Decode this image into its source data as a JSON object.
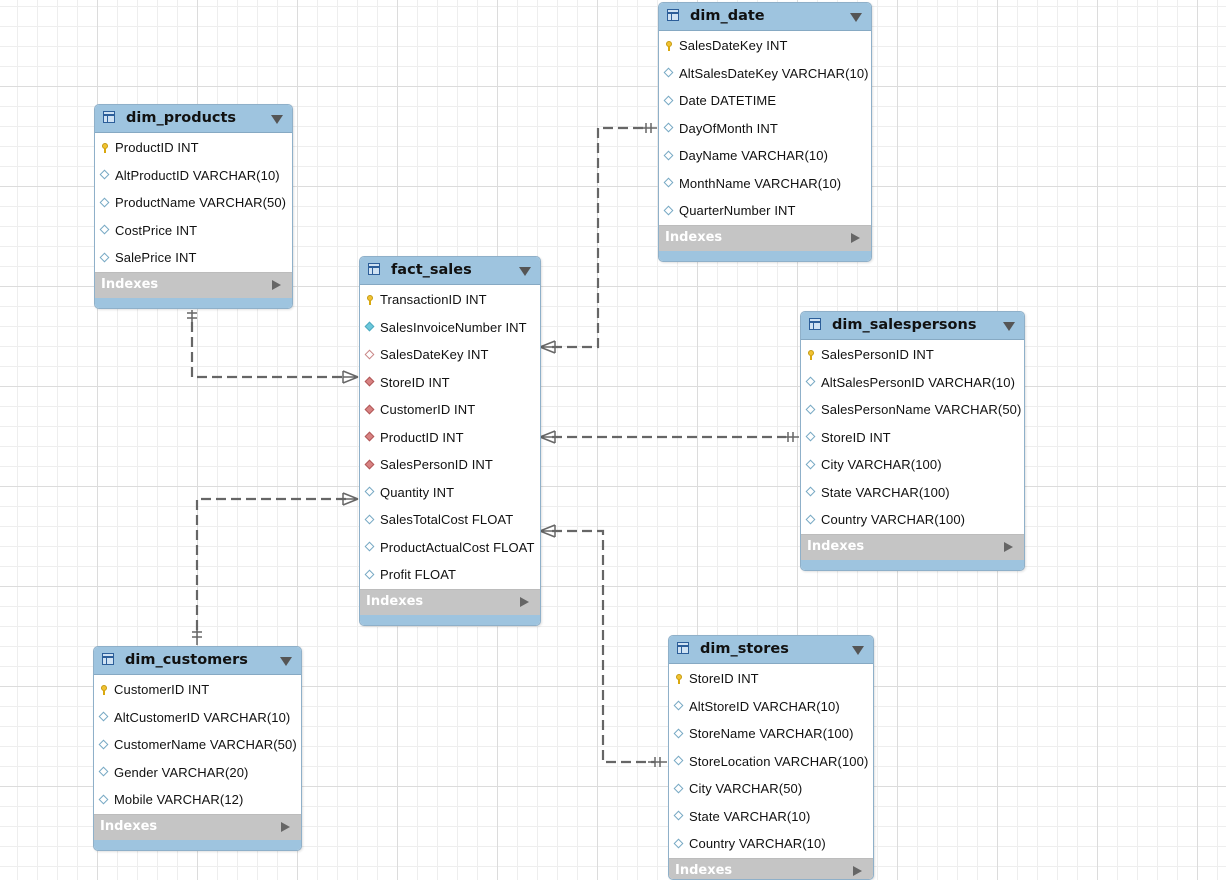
{
  "indexes_label": "Indexes",
  "colors": {
    "header": "#9ec4df",
    "indexes_bar": "#c5c5c5",
    "connector": "#666666",
    "primary_key": "#f1c232",
    "foreign_key_not_null": "#d88282",
    "unique": "#6cc8dc"
  },
  "tables": {
    "dim_products": {
      "name": "dim_products",
      "columns": [
        {
          "text": "ProductID INT",
          "icon": "primary-key-icon"
        },
        {
          "text": "AltProductID VARCHAR(10)",
          "icon": "column-icon"
        },
        {
          "text": "ProductName VARCHAR(50)",
          "icon": "column-icon"
        },
        {
          "text": "CostPrice INT",
          "icon": "column-icon"
        },
        {
          "text": "SalePrice INT",
          "icon": "column-icon"
        }
      ]
    },
    "fact_sales": {
      "name": "fact_sales",
      "columns": [
        {
          "text": "TransactionID INT",
          "icon": "primary-key-icon"
        },
        {
          "text": "SalesInvoiceNumber INT",
          "icon": "unique-column-icon"
        },
        {
          "text": "SalesDateKey INT",
          "icon": "foreign-key-icon"
        },
        {
          "text": "StoreID INT",
          "icon": "foreign-key-not-null-icon"
        },
        {
          "text": "CustomerID INT",
          "icon": "foreign-key-not-null-icon"
        },
        {
          "text": "ProductID INT",
          "icon": "foreign-key-not-null-icon"
        },
        {
          "text": "SalesPersonID INT",
          "icon": "foreign-key-not-null-icon"
        },
        {
          "text": "Quantity INT",
          "icon": "column-icon"
        },
        {
          "text": "SalesTotalCost FLOAT",
          "icon": "column-icon"
        },
        {
          "text": "ProductActualCost FLOAT",
          "icon": "column-icon"
        },
        {
          "text": "Profit FLOAT",
          "icon": "column-icon"
        }
      ]
    },
    "dim_date": {
      "name": "dim_date",
      "columns": [
        {
          "text": "SalesDateKey INT",
          "icon": "primary-key-icon"
        },
        {
          "text": "AltSalesDateKey VARCHAR(10)",
          "icon": "column-icon"
        },
        {
          "text": "Date DATETIME",
          "icon": "column-icon"
        },
        {
          "text": "DayOfMonth INT",
          "icon": "column-icon"
        },
        {
          "text": "DayName VARCHAR(10)",
          "icon": "column-icon"
        },
        {
          "text": "MonthName VARCHAR(10)",
          "icon": "column-icon"
        },
        {
          "text": "QuarterNumber INT",
          "icon": "column-icon"
        }
      ]
    },
    "dim_salespersons": {
      "name": "dim_salespersons",
      "columns": [
        {
          "text": "SalesPersonID INT",
          "icon": "primary-key-icon"
        },
        {
          "text": "AltSalesPersonID VARCHAR(10)",
          "icon": "column-icon"
        },
        {
          "text": "SalesPersonName VARCHAR(50)",
          "icon": "column-icon"
        },
        {
          "text": "StoreID INT",
          "icon": "column-icon"
        },
        {
          "text": "City VARCHAR(100)",
          "icon": "column-icon"
        },
        {
          "text": "State VARCHAR(100)",
          "icon": "column-icon"
        },
        {
          "text": "Country VARCHAR(100)",
          "icon": "column-icon"
        }
      ]
    },
    "dim_customers": {
      "name": "dim_customers",
      "columns": [
        {
          "text": "CustomerID INT",
          "icon": "primary-key-icon"
        },
        {
          "text": "AltCustomerID VARCHAR(10)",
          "icon": "column-icon"
        },
        {
          "text": "CustomerName VARCHAR(50)",
          "icon": "column-icon"
        },
        {
          "text": "Gender VARCHAR(20)",
          "icon": "column-icon"
        },
        {
          "text": "Mobile VARCHAR(12)",
          "icon": "column-icon"
        }
      ]
    },
    "dim_stores": {
      "name": "dim_stores",
      "columns": [
        {
          "text": "StoreID INT",
          "icon": "primary-key-icon"
        },
        {
          "text": "AltStoreID VARCHAR(10)",
          "icon": "column-icon"
        },
        {
          "text": "StoreName VARCHAR(100)",
          "icon": "column-icon"
        },
        {
          "text": "StoreLocation VARCHAR(100)",
          "icon": "column-icon"
        },
        {
          "text": "City VARCHAR(50)",
          "icon": "column-icon"
        },
        {
          "text": "State VARCHAR(10)",
          "icon": "column-icon"
        },
        {
          "text": "Country VARCHAR(10)",
          "icon": "column-icon"
        }
      ]
    }
  },
  "relationships": [
    {
      "from": "fact_sales",
      "to": "dim_products",
      "cardinality": "many-to-one"
    },
    {
      "from": "fact_sales",
      "to": "dim_date",
      "cardinality": "many-to-one"
    },
    {
      "from": "fact_sales",
      "to": "dim_salespersons",
      "cardinality": "many-to-one"
    },
    {
      "from": "fact_sales",
      "to": "dim_customers",
      "cardinality": "many-to-one"
    },
    {
      "from": "fact_sales",
      "to": "dim_stores",
      "cardinality": "many-to-one"
    }
  ]
}
